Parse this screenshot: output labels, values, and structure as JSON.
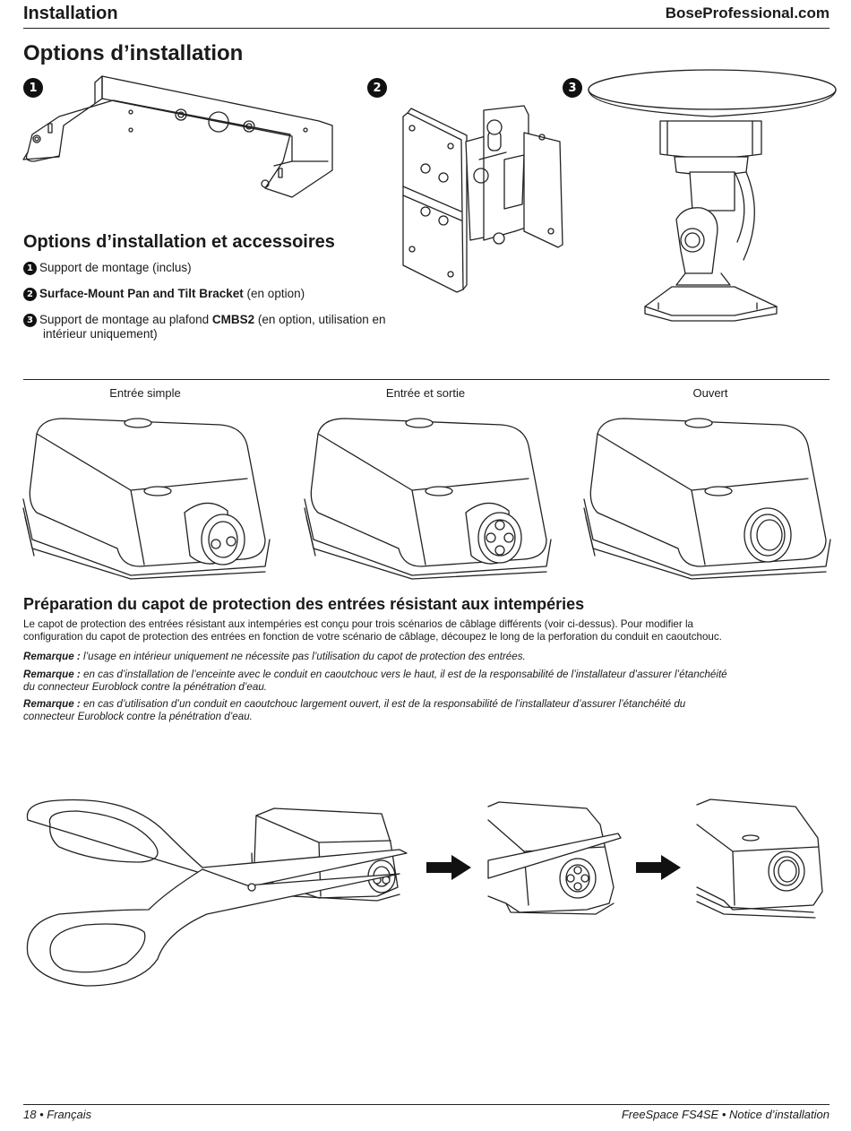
{
  "header": {
    "section": "Installation",
    "site": "BoseProfessional.com"
  },
  "install_options": {
    "title": "Options d’installation",
    "figures": [
      {
        "number": "1",
        "icon": "u-bracket"
      },
      {
        "number": "2",
        "icon": "pan-tilt-bracket"
      },
      {
        "number": "3",
        "icon": "ceiling-mount"
      }
    ]
  },
  "accessories": {
    "title": "Options d’installation et accessoires",
    "items": [
      {
        "number": "1",
        "text": "Support de montage (inclus)"
      },
      {
        "number": "2",
        "bold": "Surface-Mount Pan and Tilt Bracket",
        "text": " (en option)"
      },
      {
        "number": "3",
        "text_before": "Support de montage au plafond ",
        "bold": "CMBS2",
        "text_after": " (en option, utilisation en",
        "text_line2": "intérieur uniquement)"
      }
    ]
  },
  "cover_configs": [
    {
      "label": "Entrée simple",
      "icon": "cover-two-hole"
    },
    {
      "label": "Entrée et sortie",
      "icon": "cover-four-hole"
    },
    {
      "label": "Ouvert",
      "icon": "cover-open"
    }
  ],
  "weather_cover": {
    "title": "Préparation du capot de protection des entrées résistant aux intempéries",
    "paragraph_line1": "Le capot de protection des entrées résistant aux intempéries est conçu pour trois scénarios de câblage différents (voir ci-dessus). Pour modifier la",
    "paragraph_line2": "configuration du capot de protection des entrées en fonction de votre scénario de câblage, découpez le long de la perforation du conduit en caoutchouc.",
    "notes": [
      {
        "label": "Remarque :",
        "line1": "l’usage en intérieur uniquement ne nécessite pas l’utilisation du capot de protection des entrées.",
        "line2": ""
      },
      {
        "label": "Remarque :",
        "line1": "en cas d’installation de l’enceinte avec le conduit en caoutchouc vers le haut, il est de la responsabilité de l’installateur d’assurer l’étanchéité",
        "line2": "du connecteur Euroblock contre la pénétration d’eau."
      },
      {
        "label": "Remarque :",
        "line1": "en cas d’utilisation d’un conduit en caoutchouc largement ouvert, il est de la responsabilité de l’installateur d’assurer l’étanchéité du",
        "line2": "connecteur Euroblock contre la pénétration d’eau."
      }
    ]
  },
  "footer": {
    "left": "18 • Français",
    "right": "FreeSpace FS4SE • Notice d’installation"
  }
}
